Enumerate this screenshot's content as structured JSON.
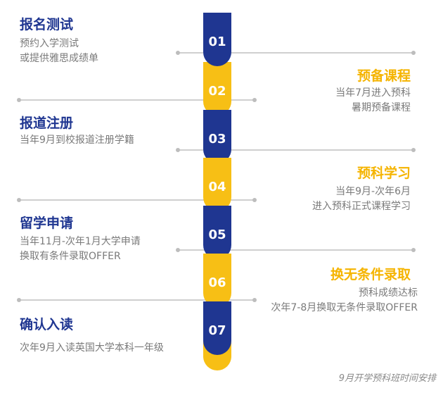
{
  "steps": [
    {
      "num": "01",
      "title": "报名测试",
      "lines": [
        "预约入学测试",
        "或提供雅思成绩单"
      ]
    },
    {
      "num": "02",
      "title": "预备课程",
      "lines": [
        "当年7月进入预科",
        "暑期预备课程"
      ]
    },
    {
      "num": "03",
      "title": "报道注册",
      "lines": [
        "当年9月到校报道注册学籍"
      ]
    },
    {
      "num": "04",
      "title": "预科学习",
      "lines": [
        "当年9月-次年6月",
        "进入预科正式课程学习"
      ]
    },
    {
      "num": "05",
      "title": "留学申请",
      "lines": [
        "当年11月-次年1月大学申请",
        "换取有条件录取OFFER"
      ]
    },
    {
      "num": "06",
      "title": "换无条件录取",
      "lines": [
        "预科成绩达标",
        "次年7-8月换取无条件录取OFFER"
      ]
    },
    {
      "num": "07",
      "title": "确认入读",
      "lines": [
        "次年9月入读英国大学本科一年级"
      ]
    }
  ],
  "caption": "9月开学预科班时间安排",
  "colors": {
    "navy": "#1f3691",
    "yellow": "#f7bf15",
    "line": "#cfcfcf"
  }
}
